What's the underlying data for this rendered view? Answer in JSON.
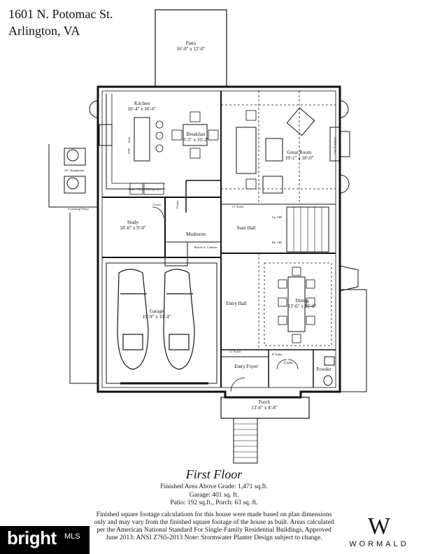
{
  "address": {
    "line1": "1601 N. Potomac St.",
    "line2": "Arlington, VA"
  },
  "rooms": {
    "patio": {
      "name": "Patio",
      "dims": "16'-0\" x 12'-0\""
    },
    "kitchen": {
      "name": "Kitchen",
      "dims": "10'-4\" x 16'-6\""
    },
    "breakfast": {
      "name": "Breakfast",
      "dims": "8'-5\" x 16'-2\""
    },
    "great_room": {
      "name": "Great Room",
      "dims": "19'-1\" x 18'-0\""
    },
    "study": {
      "name": "Study",
      "dims": "10'-0\" x 9'-0\""
    },
    "mudroom": {
      "name": "Mudroom"
    },
    "stair_hall": {
      "name": "Stair Hall"
    },
    "entry_hall": {
      "name": "Entry Hall"
    },
    "dining": {
      "name": "Dining",
      "dims": "13'-6\" x 15'-0\""
    },
    "garage": {
      "name": "Garage",
      "dims": "19'-9\" x 19'-4\""
    },
    "entry_foyer": {
      "name": "Entry Foyer"
    },
    "coats": {
      "name": "Coats"
    },
    "powder": {
      "name": "Powder"
    },
    "porch": {
      "name": "Porch",
      "dims": "13'-6\" x 4'-8\""
    }
  },
  "fixtures": {
    "sink": "Sink",
    "dw": "D/W",
    "oven": "Oven / Micro",
    "refrigerator": "Refrigerator",
    "pantry": "Pantry",
    "ac": "A/C Equipment",
    "screening_fence": "Screening Fence",
    "bench": "Bench w/ Cubbies",
    "up": "Up 16R",
    "dn": "Dn 14R",
    "gas_fireplace": "Gas Fireplace",
    "soffit": "11' Soffit",
    "soffit2": "8' Soffit",
    "closet": "Closet"
  },
  "plan": {
    "title": "First Floor",
    "areas": [
      "Finished Area Above Grade: 1,471 sq.ft.",
      "Garage: 401 sq. ft.",
      "Patio: 192 sq.ft., Porch: 63 sq. ft."
    ],
    "note": "Finished square footage calculations for this house were made based on plan dimensions only and may vary from the finished square footage of the house as built. Areas calculated per the American National Standard For Single-Family Residential Buildings, Approved June 2013: ANSI Z765-2013 Note: Stormwater Planter Design subject to change."
  },
  "branding": {
    "bright": "bright",
    "bright_sub": "MLS",
    "wormald_mark": "W",
    "wormald_name": "WORMALD"
  }
}
